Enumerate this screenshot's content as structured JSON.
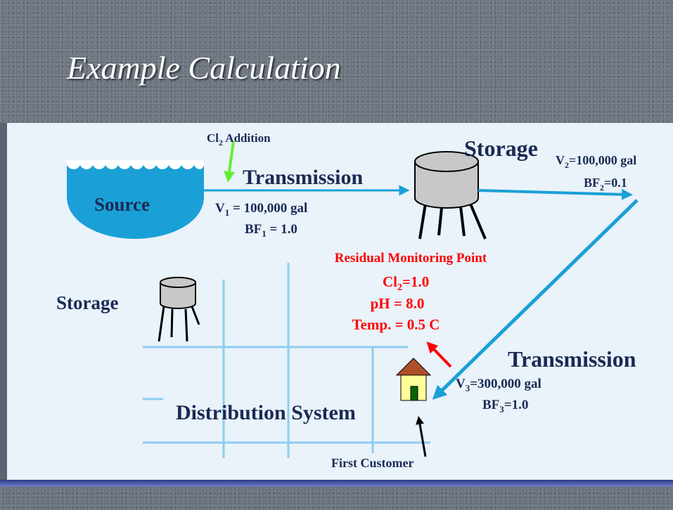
{
  "slide": {
    "title": "Example Calculation"
  },
  "diagram": {
    "cl2_addition": {
      "prefix": "Cl",
      "sub": "2",
      "suffix": " Addition"
    },
    "source_label": "Source",
    "transmission_1": "Transmission",
    "v1": {
      "prefix": "V",
      "sub": "1",
      "suffix": " = 100,000 gal"
    },
    "bf1": {
      "prefix": "BF",
      "sub": "1",
      "suffix": " = 1.0"
    },
    "storage_main_label": "Storage",
    "v2": {
      "prefix": "V",
      "sub": "2",
      "suffix": "=100,000 gal"
    },
    "bf2": {
      "prefix": "BF",
      "sub": "2",
      "suffix": "=0.1"
    },
    "residual_monitoring": {
      "heading": "Residual Monitoring Point",
      "cl2": {
        "prefix": "Cl",
        "sub": "2",
        "suffix": "=1.0"
      },
      "ph": "pH = 8.0",
      "temp": "Temp. = 0.5 C"
    },
    "storage_small_label": "Storage",
    "transmission_2": "Transmission",
    "v3": {
      "prefix": "V",
      "sub": "3",
      "suffix": "=300,000 gal"
    },
    "bf3": {
      "prefix": "BF",
      "sub": "3",
      "suffix": "=1.0"
    },
    "distribution_label": "Distribution System",
    "first_customer_label": "First Customer"
  },
  "colors": {
    "pipe_blue": "#1aa0d6",
    "grid_blue": "#8ccef0",
    "label_navy": "#1a2a55",
    "monitor_red": "#ff0000",
    "cl2_arrow_green": "#66ee33",
    "tank_gray": "#c8c8c8",
    "house_yellow": "#ffff99",
    "roof_brown": "#b0502a",
    "panel_bg": "#eaf2fa"
  }
}
